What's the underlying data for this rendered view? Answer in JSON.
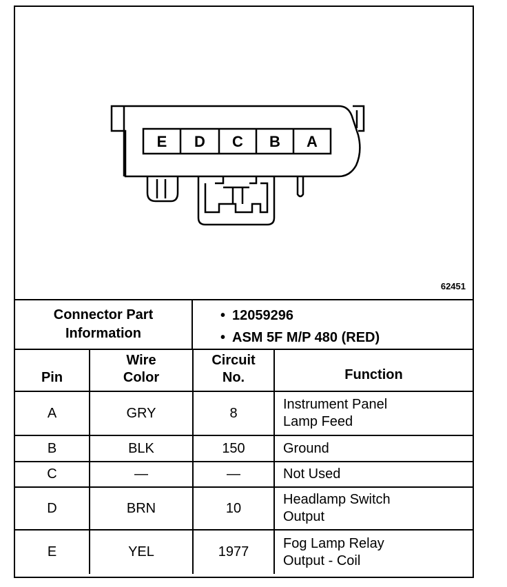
{
  "figure_number": "62451",
  "connector": {
    "cavity_labels": [
      "E",
      "D",
      "C",
      "B",
      "A"
    ]
  },
  "part_info": {
    "label_line1": "Connector Part",
    "label_line2": "Information",
    "items": [
      "12059296",
      "ASM 5F M/P 480 (RED)"
    ]
  },
  "table": {
    "headers": {
      "pin": "Pin",
      "wire_line1": "Wire",
      "wire_line2": "Color",
      "circuit_line1": "Circuit",
      "circuit_line2": "No.",
      "function": "Function"
    },
    "rows": [
      {
        "pin": "A",
        "color": "GRY",
        "circuit": "8",
        "function_line1": "Instrument Panel",
        "function_line2": "Lamp Feed"
      },
      {
        "pin": "B",
        "color": "BLK",
        "circuit": "150",
        "function_line1": "Ground",
        "function_line2": ""
      },
      {
        "pin": "C",
        "color": "—",
        "circuit": "—",
        "function_line1": "Not Used",
        "function_line2": ""
      },
      {
        "pin": "D",
        "color": "BRN",
        "circuit": "10",
        "function_line1": "Headlamp Switch",
        "function_line2": "Output"
      },
      {
        "pin": "E",
        "color": "YEL",
        "circuit": "1977",
        "function_line1": "Fog Lamp Relay",
        "function_line2": "Output - Coil"
      }
    ]
  }
}
